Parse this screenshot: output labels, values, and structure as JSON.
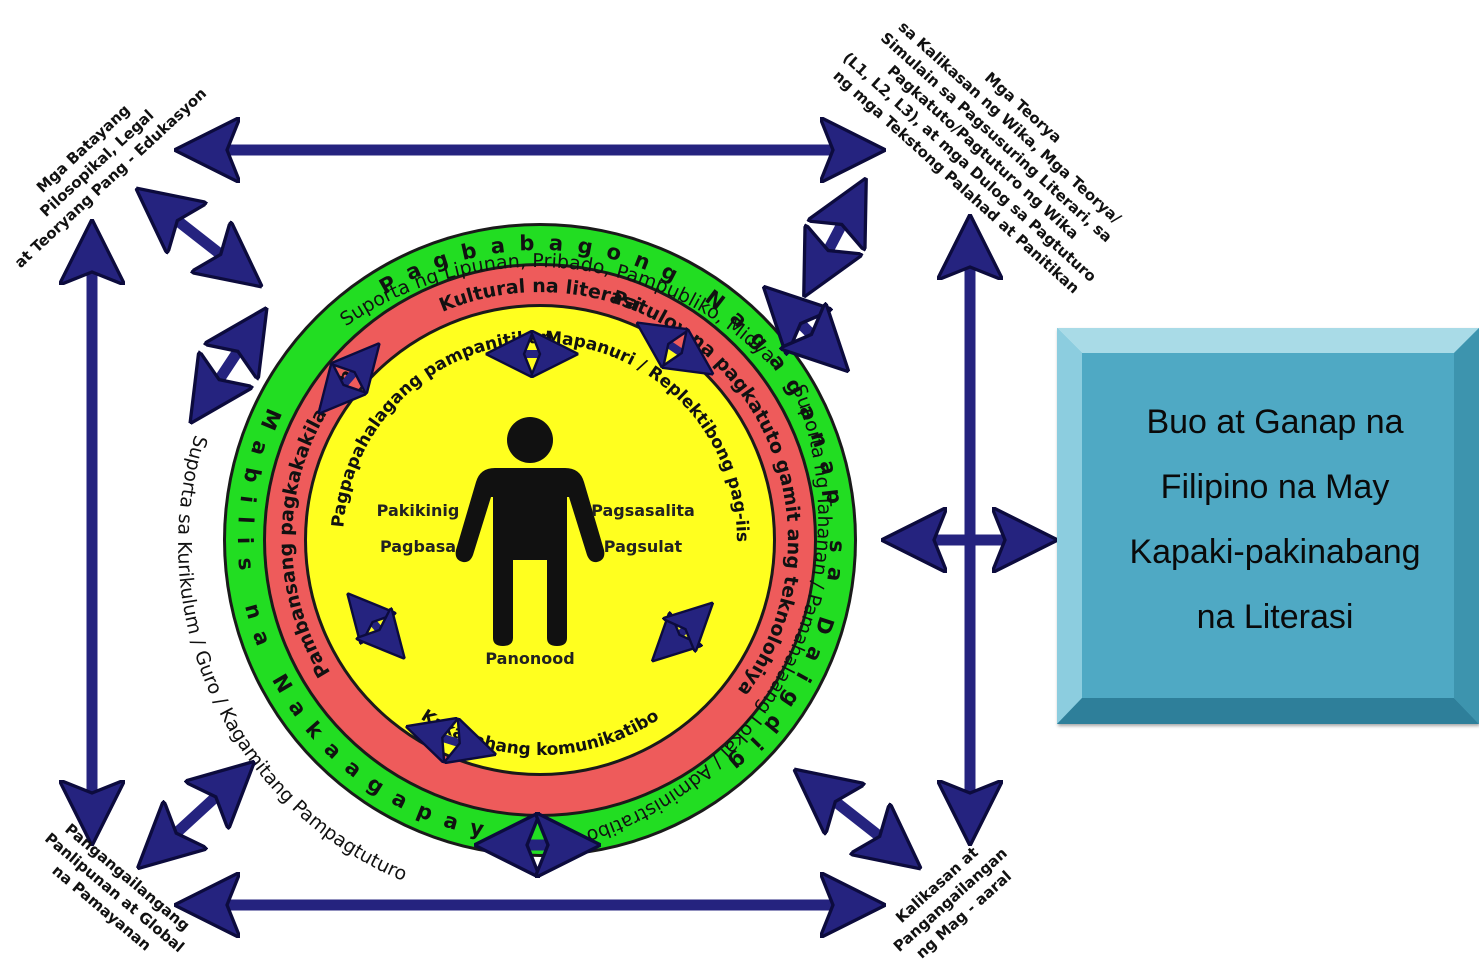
{
  "corners": {
    "top_left": [
      "Mga Batayang",
      "Pilosopikal, Legal",
      "at Teoryang Pang - Edukasyon"
    ],
    "top_right": [
      "Mga Teorya",
      "sa Kalikasan ng Wika, Mga Teorya/",
      "Simulain sa Pagsusuring Literari, sa",
      "Pagkatuto/Pagtuturo ng Wika",
      "(L1, L2, L3), at mga Dulog sa Pagtuturo",
      "ng mga Tekstong Palahad at Panitikan"
    ],
    "bottom_left": [
      "Pangangailangang",
      "Panlipunan at Global",
      "na Pamayanan"
    ],
    "bottom_right": [
      "Kalikasan at",
      "Pangangailangan",
      "ng Mag - aaral"
    ]
  },
  "outer_ring": {
    "top": "Suporta ng Lipunan, Pribado, Pampubliko, Midya",
    "right": "Suporta ng Tahanan / Pamahalaang Lokal / Administratibo",
    "bottom": "Suporta sa Kurikulum / Guro / Kagamitang Pampagtuturo"
  },
  "green_ring": {
    "top": "Pagbabagong Nagaganap sa Daigdig",
    "bottom": "Mabilis na Nakaagapay sa"
  },
  "red_ring": {
    "top": "Kultural na literasi",
    "right": "Patuloy na pagkatuto gamit ang teknolohiya",
    "left": "Pambansang pagkakakilanlan"
  },
  "yellow_ring": {
    "top_left": "Pagpapahalagang pampanitikan",
    "top_right": "Mapanuri / Replektibong pag-iisip",
    "bottom": "Kakayahang komunikatibo"
  },
  "skills": {
    "left_top": "Pakikinig",
    "left_bottom": "Pagbasa",
    "right_top": "Pagsasalita",
    "right_bottom": "Pagsulat",
    "bottom": "Panonood"
  },
  "outcome": {
    "lines": [
      "Buo at Ganap na",
      "Filipino na May",
      "Kapaki-pakinabang",
      "na Literasi"
    ]
  },
  "colors": {
    "arrow": "#25237f",
    "green": "#22dd22",
    "red": "#ee5b5b",
    "yellow": "#ffff1f",
    "box": "#5ab2cc"
  }
}
